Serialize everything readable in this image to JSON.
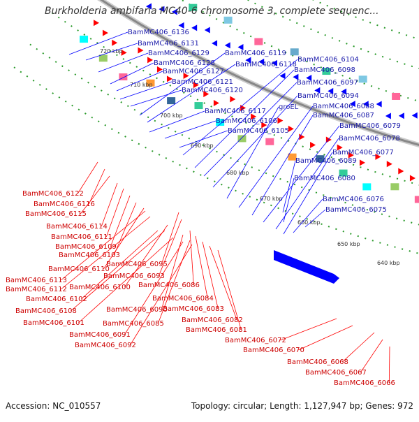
{
  "header": {
    "title": "Burkholderia ambifaria MC40-6 chromosome 3, complete sequenc..."
  },
  "footer": {
    "accession": "Accession: NC_010557",
    "topology": "Topology: circular; Length: 1,127,947 bp; Genes: 972"
  },
  "colors": {
    "forward": "#ff0000",
    "reverse": "#0000ff",
    "backbone": "#888888",
    "dots": "#2a9a2a"
  },
  "ticks": [
    "720 kbp",
    "710 kbp",
    "700 kbp",
    "690 kbp",
    "680 kbp",
    "670 kbp",
    "660 kbp",
    "650 kbp",
    "640 kbp"
  ],
  "labels_blue": [
    "BamMC406_6136",
    "BamMC406_6131",
    "BamMC406_6129",
    "BamMC406_6128",
    "BamMC406_6127",
    "BamMC406_6121",
    "BamMC406_6120",
    "BamMC406_6119",
    "BamMC406_6118",
    "BamMC406_6117",
    "BamMC406_6106",
    "BamMC406_6105",
    "BamMC406_6104",
    "BamMC406_6098",
    "BamMC406_6097",
    "BamMC406_6094",
    "groEL",
    "BamMC406_6088",
    "BamMC406_6087",
    "BamMC406_6079",
    "BamMC406_6078",
    "BamMC406_6077",
    "BamMC406_6089",
    "BamMC406_6080",
    "BamMC406_6076",
    "BamMC406_6075"
  ],
  "labels_red": [
    "BamMC406_6122",
    "BamMC406_6116",
    "BamMC406_6115",
    "BamMC406_6114",
    "BamMC406_6111",
    "BamMC406_6109",
    "BamMC406_6103",
    "BamMC406_6110",
    "BamMC406_6095",
    "BamMC406_6093",
    "BamMC406_6113",
    "BamMC406_6100",
    "BamMC406_6112",
    "BamMC406_6102",
    "BamMC406_6086",
    "BamMC406_6084",
    "BamMC406_6090",
    "BamMC406_6083",
    "BamMC406_6108",
    "BamMC406_6101",
    "BamMC406_6085",
    "BamMC406_6082",
    "BamMC406_6091",
    "BamMC406_6081",
    "BamMC406_6092",
    "BamMC406_6072",
    "BamMC406_6070",
    "BamMC406_6068",
    "BamMC406_6067",
    "BamMC406_6066"
  ]
}
